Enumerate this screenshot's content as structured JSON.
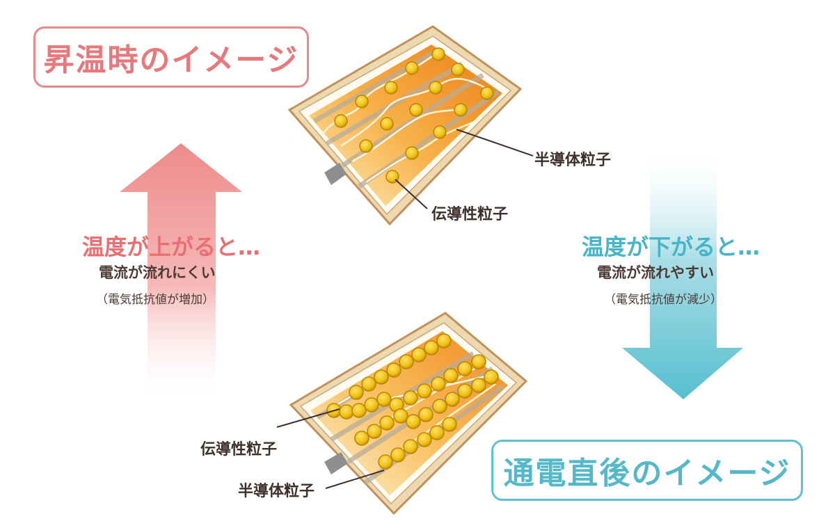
{
  "titles": {
    "heating": "昇温時のイメージ",
    "initial": "通電直後のイメージ"
  },
  "rise": {
    "main": "温度が上がると…",
    "sub": "電流が流れにくい",
    "note": "（電気抵抗値が増加）"
  },
  "fall": {
    "main": "温度が下がると…",
    "sub": "電流が流れやすい",
    "note": "（電気抵抗値が減少）"
  },
  "labels": {
    "semiconductor": "半導体粒子",
    "conductive": "伝導性粒子"
  },
  "colors": {
    "heating_accent": "#e7787b",
    "cooling_accent": "#53b9c9",
    "particle": "#f3c414",
    "heater": "#f08a1e"
  },
  "icons": {
    "up_arrow": "up-arrow-icon",
    "down_arrow": "down-arrow-icon"
  }
}
